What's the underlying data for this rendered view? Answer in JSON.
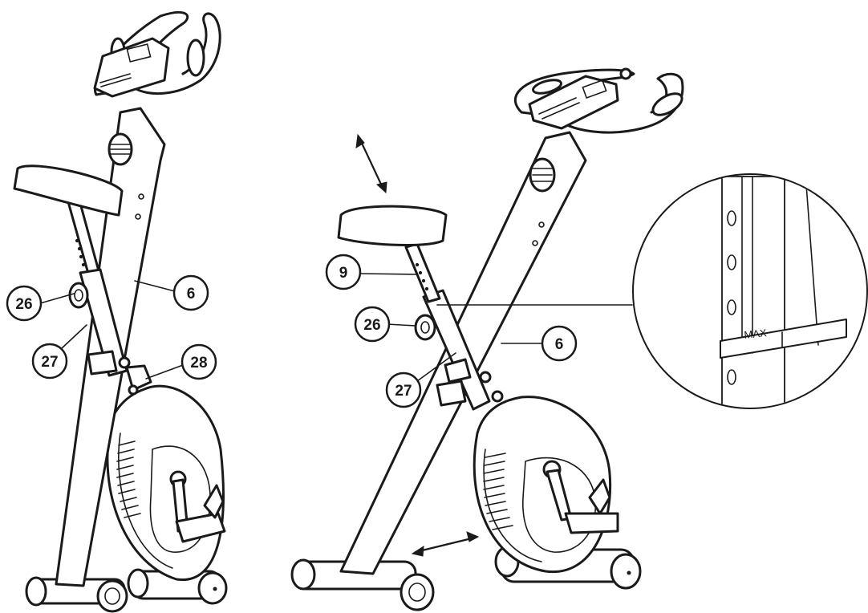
{
  "figure": {
    "left_view": {
      "callouts": [
        {
          "id": "c26-left",
          "label": "26"
        },
        {
          "id": "c27-left",
          "label": "27"
        },
        {
          "id": "c6-left",
          "label": "6"
        },
        {
          "id": "c28-left",
          "label": "28"
        }
      ]
    },
    "right_view": {
      "callouts": [
        {
          "id": "c9-right",
          "label": "9"
        },
        {
          "id": "c26-right",
          "label": "26"
        },
        {
          "id": "c27-right",
          "label": "27"
        },
        {
          "id": "c6-right",
          "label": "6"
        }
      ]
    },
    "detail_view": {
      "marker_text": "MAX"
    }
  }
}
